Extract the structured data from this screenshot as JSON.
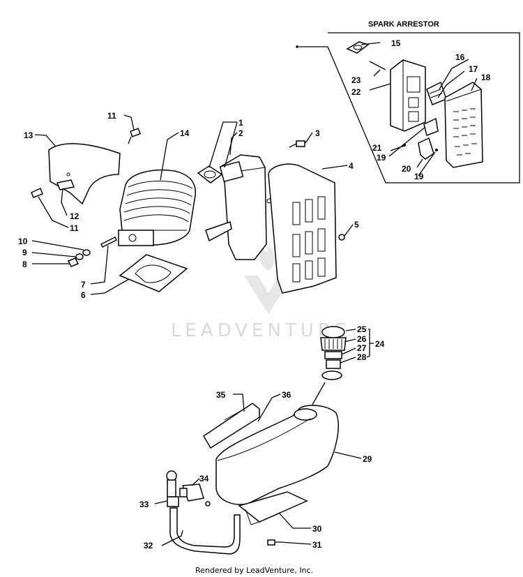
{
  "inset_title": "SPARK ARRESTOR",
  "watermark": "LEADVENTURE",
  "footer": "Rendered by LeadVenture, Inc.",
  "callouts": {
    "c1": "1",
    "c2": "2",
    "c3": "3",
    "c4": "4",
    "c5": "5",
    "c6": "6",
    "c7": "7",
    "c8": "8",
    "c9": "9",
    "c10": "10",
    "c11a": "11",
    "c11b": "11",
    "c12": "12",
    "c13": "13",
    "c14": "14",
    "c15": "15",
    "c16": "16",
    "c17": "17",
    "c18": "18",
    "c19a": "19",
    "c19b": "19",
    "c20": "20",
    "c21": "21",
    "c22": "22",
    "c23": "23",
    "c24": "24",
    "c25": "25",
    "c26": "26",
    "c27": "27",
    "c28": "28",
    "c29": "29",
    "c30": "30",
    "c31": "31",
    "c32": "32",
    "c33": "33",
    "c34": "34",
    "c35": "35",
    "c36": "36"
  }
}
